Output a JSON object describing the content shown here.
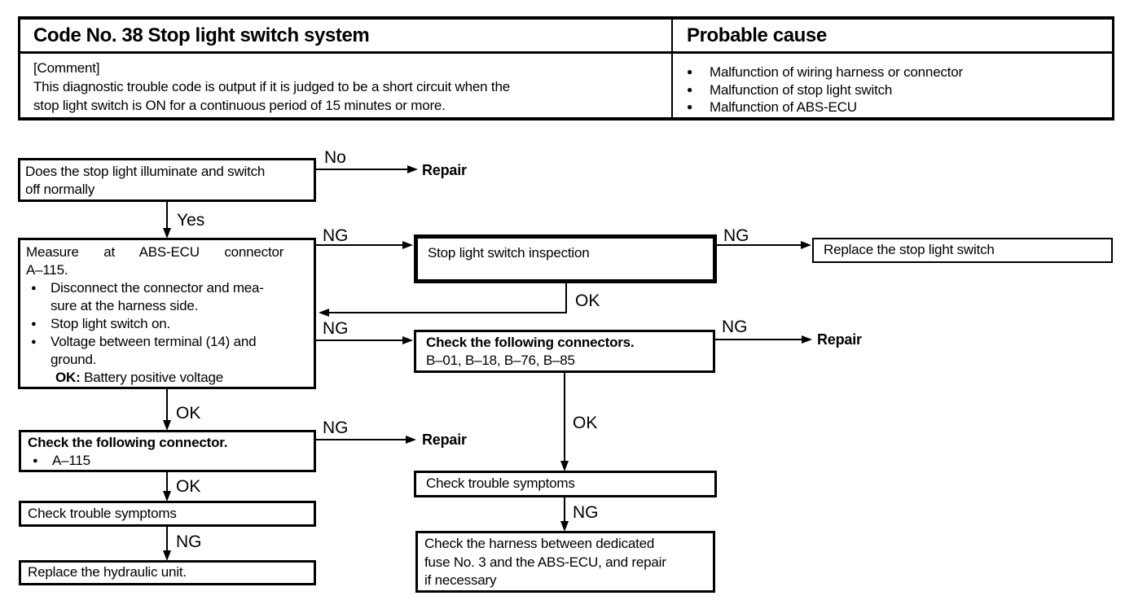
{
  "header": {
    "code_title": "Code No. 38 Stop light switch system",
    "cause_title": "Probable cause",
    "comment_label": "[Comment]",
    "comment_line1": "This diagnostic trouble code is output if it is judged to be a short circuit when the",
    "comment_line2": "stop light switch is ON for a continuous period of 15 minutes or more.",
    "causes": [
      "Malfunction of wiring harness or connector",
      "Malfunction of stop light switch",
      "Malfunction of ABS-ECU"
    ]
  },
  "flow": {
    "labels": {
      "no": "No",
      "yes": "Yes",
      "ng": "NG",
      "ok": "OK",
      "repair": "Repair"
    },
    "question_box": {
      "line1": "Does the stop light illuminate and switch",
      "line2": "off normally"
    },
    "measure_box": {
      "line1": "Measure at ABS-ECU connector",
      "line2": "A–115.",
      "b1_line1": "Disconnect the connector and mea-",
      "b1_line2": "sure at the harness side.",
      "b2": "Stop light switch on.",
      "b3_line1": "Voltage between terminal (14) and",
      "b3_line2": "ground.",
      "ok_key": "OK:",
      "ok_val": "Battery positive voltage"
    },
    "inspection_box": "Stop light switch inspection",
    "replace_switch_box": "Replace the stop light switch",
    "connectors_box": {
      "title": "Check the following connectors.",
      "items": "B–01, B–18, B–76, B–85"
    },
    "connector_box": {
      "title": "Check the following connector.",
      "item": "A–115"
    },
    "symptoms_mid_box": "Check trouble symptoms",
    "harness_box": {
      "line1": "Check the harness between dedicated",
      "line2": "fuse No. 3 and the ABS-ECU, and repair",
      "line3": "if necessary"
    },
    "symptoms_left_box": "Check trouble symptoms",
    "hydraulic_box": "Replace the hydraulic unit."
  }
}
